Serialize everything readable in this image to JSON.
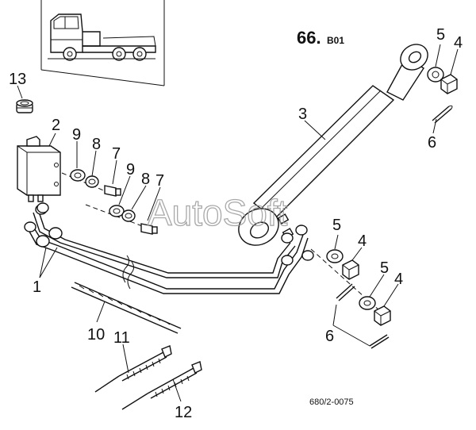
{
  "diagram": {
    "group_code": "66.",
    "group_suffix": "B01",
    "drawing_ref": "680/2-0075",
    "watermark": "AutoSoft",
    "callouts": [
      {
        "id": "c1",
        "label": "1"
      },
      {
        "id": "c2",
        "label": "2"
      },
      {
        "id": "c3",
        "label": "3"
      },
      {
        "id": "c4a",
        "label": "4"
      },
      {
        "id": "c4b",
        "label": "4"
      },
      {
        "id": "c4c",
        "label": "4"
      },
      {
        "id": "c5a",
        "label": "5"
      },
      {
        "id": "c5b",
        "label": "5"
      },
      {
        "id": "c5c",
        "label": "5"
      },
      {
        "id": "c6a",
        "label": "6"
      },
      {
        "id": "c6b",
        "label": "6"
      },
      {
        "id": "c7a",
        "label": "7"
      },
      {
        "id": "c7b",
        "label": "7"
      },
      {
        "id": "c8a",
        "label": "8"
      },
      {
        "id": "c8b",
        "label": "8"
      },
      {
        "id": "c9a",
        "label": "9"
      },
      {
        "id": "c9b",
        "label": "9"
      },
      {
        "id": "c10",
        "label": "10"
      },
      {
        "id": "c11",
        "label": "11"
      },
      {
        "id": "c12",
        "label": "12"
      },
      {
        "id": "c13",
        "label": "13"
      }
    ]
  }
}
